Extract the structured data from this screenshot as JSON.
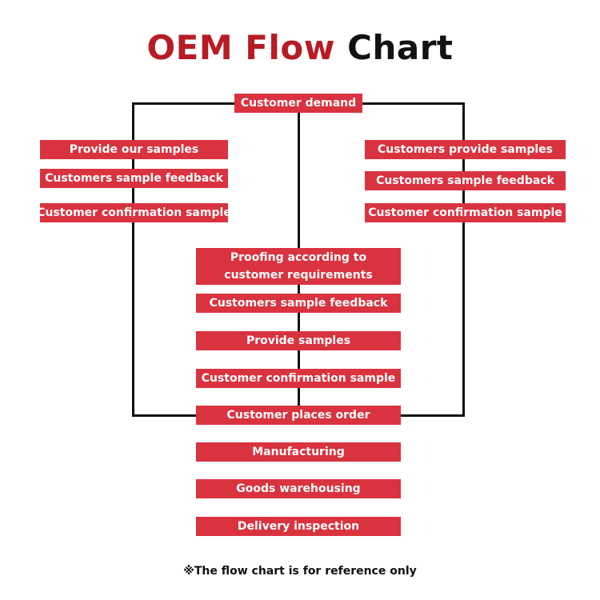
{
  "title": {
    "part1": "OEM Flow",
    "part2": "Chart"
  },
  "colors": {
    "title_red": "#b71c25",
    "box_red": "#d9333f",
    "line": "#111111",
    "text_on_box": "#ffffff"
  },
  "steps": {
    "customer_demand": "Customer demand",
    "left": {
      "provide_our_samples": "Provide our samples",
      "sample_feedback": "Customers sample feedback",
      "confirmation": "Customer confirmation sample"
    },
    "right": {
      "customers_provide_samples": "Customers provide samples",
      "sample_feedback": "Customers sample feedback",
      "confirmation": "Customer confirmation sample"
    },
    "center": {
      "proofing": "Proofing according to customer requirements",
      "sample_feedback": "Customers sample feedback",
      "provide_samples": "Provide samples",
      "confirmation": "Customer confirmation sample"
    },
    "places_order": "Customer places order",
    "manufacturing": "Manufacturing",
    "warehousing": "Goods warehousing",
    "delivery": "Delivery inspection"
  },
  "footnote": "※The flow chart is for reference only"
}
